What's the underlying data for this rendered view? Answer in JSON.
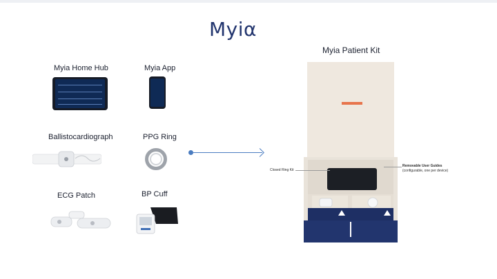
{
  "logo": "Myiα",
  "devices": {
    "home_hub": "Myia Home Hub",
    "app": "Myia App",
    "bcg": "Ballistocardiograph",
    "ring": "PPG Ring",
    "ecg": "ECG Patch",
    "cuff": "BP Cuff"
  },
  "kit": {
    "title": "Myia Patient Kit",
    "closed_ring": "Closed Ring Kit",
    "guides": "Removable User Guides",
    "guides_note": "(configurable, one per device)"
  },
  "colors": {
    "brand_navy": "#22356e",
    "arrow_blue": "#4a7cc0",
    "lid_accent": "#e7744c"
  }
}
